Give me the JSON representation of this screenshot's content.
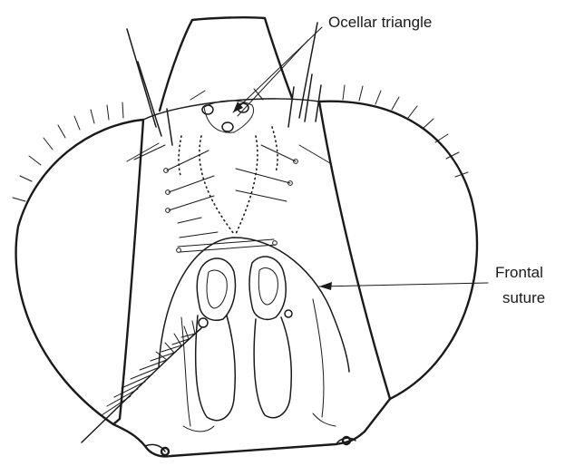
{
  "labels": {
    "ocellar": "Ocellar triangle",
    "frontal_line1": "Frontal",
    "frontal_line2": "suture"
  },
  "colors": {
    "ink": "#1a1a1a",
    "background": "#ffffff"
  }
}
